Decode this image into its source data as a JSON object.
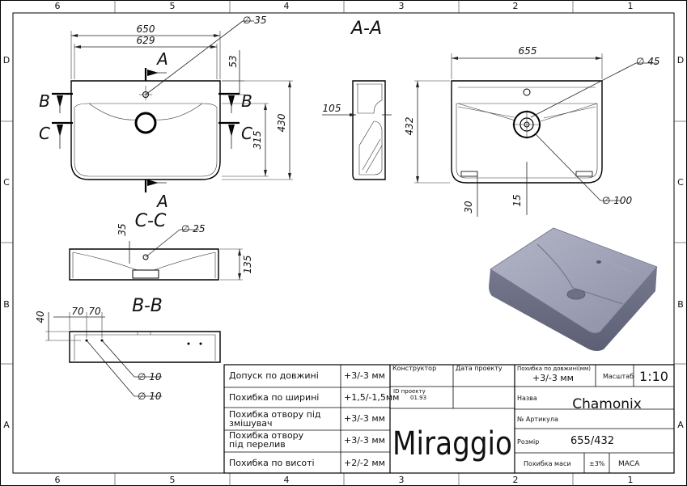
{
  "frame": {
    "col_labels": [
      "6",
      "5",
      "4",
      "3",
      "2",
      "1"
    ],
    "row_labels": [
      "D",
      "C",
      "B",
      "A"
    ]
  },
  "views": {
    "top": {
      "dim_width_outer": "650",
      "dim_width_inner": "629",
      "dim_hole": "∅ 35",
      "dim_top_offset": "53",
      "dim_depth": "430",
      "dim_bowl": "315",
      "section_a": "A",
      "section_b": "B",
      "section_c": "C"
    },
    "section_aa": {
      "title": "A-A",
      "dim_105": "105"
    },
    "front": {
      "dim_width": "655",
      "dim_overflow": "∅ 45",
      "dim_height": "432",
      "dim_drain": "∅ 100",
      "dim_30": "30",
      "dim_15": "15"
    },
    "section_cc": {
      "title": "C-C",
      "dim_35": "35",
      "dim_hole": "∅ 25",
      "dim_135": "135"
    },
    "section_bb": {
      "title": "B-B",
      "dim_40": "40",
      "dim_70a": "70",
      "dim_70b": "70",
      "dim_hole1": "∅ 10",
      "dim_hole2": "∅ 10"
    }
  },
  "title_block": {
    "rows": [
      {
        "label": "Допуск по довжині",
        "value": "+3/-3 мм"
      },
      {
        "label": "Похибка по ширині",
        "value": "+1,5/-1,5мм"
      },
      {
        "label": "Похибка отвору під\nзмішувач",
        "value": "+3/-3 мм"
      },
      {
        "label": "Похибка отвору\nпід перелив",
        "value": "+3/-3 мм"
      },
      {
        "label": "Похибка по висоті",
        "value": "+2/-2 мм"
      }
    ],
    "designer_label": "Конструктор",
    "project_date_label": "Дата проекту",
    "project_id_label": "ID проекту",
    "project_id_value": "01.93",
    "length_dev_label": "Похибка по довжині(мм)",
    "length_dev_value": "+3/-3 мм",
    "scale_label": "Масштаб",
    "scale_value": "1:10",
    "name_label": "Назва",
    "name_value": "Chamonix",
    "article_label": "№ Артикула",
    "size_label": "Розмір",
    "size_value": "655/432",
    "brand": "Miraggio",
    "mass_dev_label": "Похибка маси",
    "mass_dev_value": "±3%",
    "mass_label": "МАСА"
  }
}
